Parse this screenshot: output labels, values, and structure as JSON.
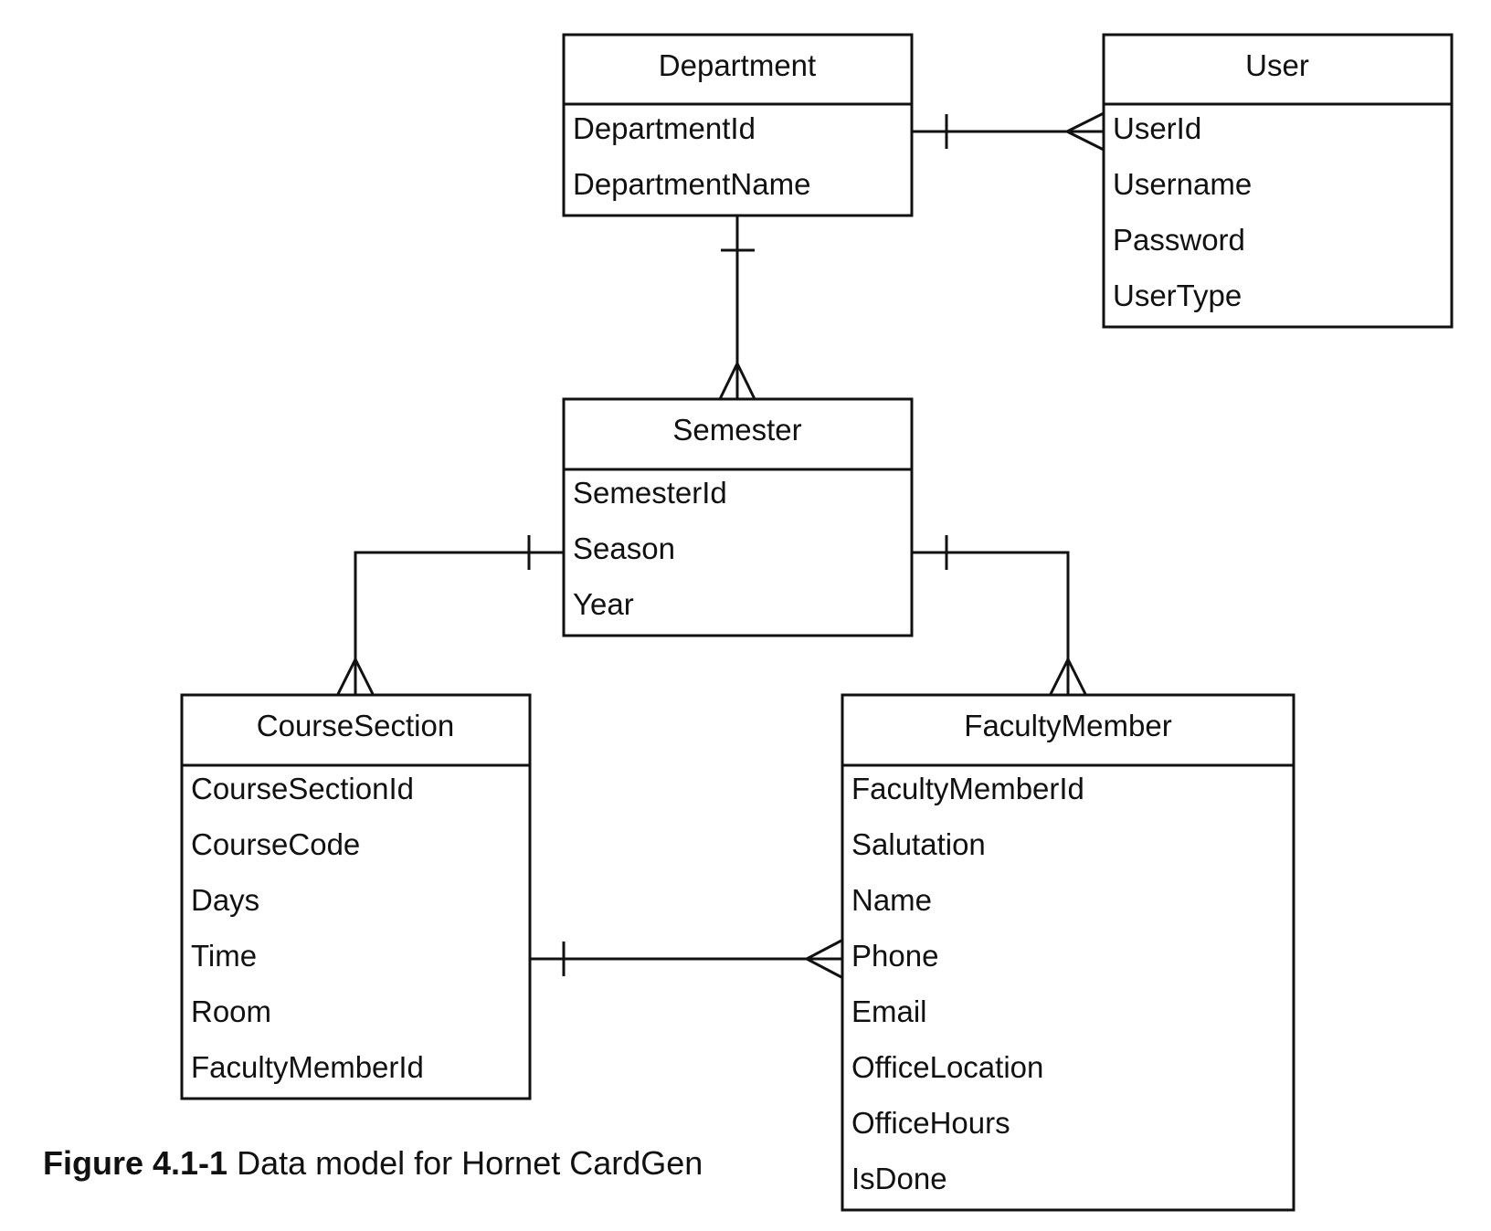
{
  "entities": {
    "department": {
      "title": "Department",
      "attributes": [
        "DepartmentId",
        "DepartmentName"
      ]
    },
    "user": {
      "title": "User",
      "attributes": [
        "UserId",
        "Username",
        "Password",
        "UserType"
      ]
    },
    "semester": {
      "title": "Semester",
      "attributes": [
        "SemesterId",
        "Season",
        "Year"
      ]
    },
    "course_section": {
      "title": "CourseSection",
      "attributes": [
        "CourseSectionId",
        "CourseCode",
        "Days",
        "Time",
        "Room",
        "FacultyMemberId"
      ]
    },
    "faculty_member": {
      "title": "FacultyMember",
      "attributes": [
        "FacultyMemberId",
        "Salutation",
        "Name",
        "Phone",
        "Email",
        "OfficeLocation",
        "OfficeHours",
        "IsDone"
      ]
    }
  },
  "relationships": [
    {
      "from": "Department",
      "to": "User",
      "from_cardinality": "one",
      "to_cardinality": "many"
    },
    {
      "from": "Department",
      "to": "Semester",
      "from_cardinality": "one",
      "to_cardinality": "many"
    },
    {
      "from": "Semester",
      "to": "CourseSection",
      "from_cardinality": "one",
      "to_cardinality": "many"
    },
    {
      "from": "Semester",
      "to": "FacultyMember",
      "from_cardinality": "one",
      "to_cardinality": "many"
    },
    {
      "from": "CourseSection",
      "to": "FacultyMember",
      "from_cardinality": "one",
      "to_cardinality": "many"
    }
  ],
  "caption": {
    "label": "Figure 4.1-1",
    "text": " Data model for Hornet CardGen"
  }
}
